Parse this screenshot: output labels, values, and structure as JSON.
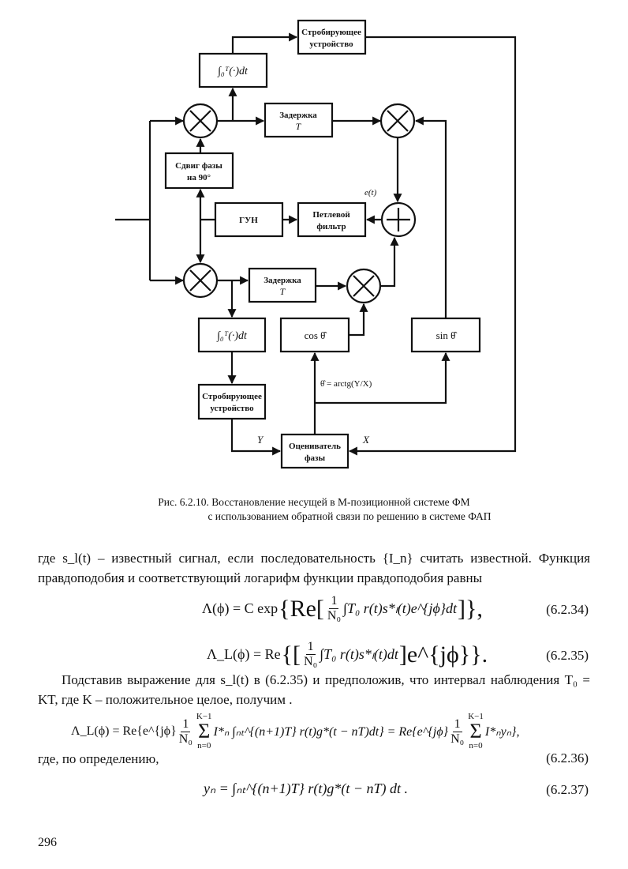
{
  "diagram": {
    "strobe_top": [
      "Стробирующее",
      "устройство"
    ],
    "integrator_top": "∫₀ᵀ(·)dt",
    "delay_top": [
      "Задержка",
      "T"
    ],
    "phase_shift": [
      "Сдвиг фазы",
      "на 90°"
    ],
    "vco": "ГУН",
    "loop_filter": [
      "Петлевой",
      "фильтр"
    ],
    "error_label": "e(t)",
    "delay_bottom": [
      "Задержка",
      "T"
    ],
    "integrator_bottom": "∫₀ᵀ(·)dt",
    "cos_box": "cos θ̂",
    "sin_box": "sin θ̂",
    "strobe_bottom": [
      "Стробирующее",
      "устройство"
    ],
    "estimator": [
      "Оцениватель",
      "фазы"
    ],
    "theta_label": "θ̂  = arctg(Y/X)",
    "y_label": "Y",
    "x_label": "X"
  },
  "caption": {
    "line1": "Рис. 6.2.10. Восстановление несущей в M-позиционной системе ФМ",
    "line2": "с использованием обратной связи по решению в системе ФАП"
  },
  "text": {
    "p1": "где s_l(t) – известный сигнал, если последовательность {I_n} считать известной. Функция правдоподобия и соответствующий логарифм функции правдоподобия равны",
    "p2": "Подставив выражение для s_l(t) в (6.2.35) и предположив, что интервал наблюдения T₀ = KT, где K – положительное целое, получим  .",
    "p3": "где, по определению,"
  },
  "equations": {
    "eq34": {
      "lhs": "Λ(ϕ) = C exp",
      "open": "{Re[",
      "num": "1",
      "den": "N₀",
      "body": "∫T₀ r(t)s*ₗ(t)e^{jϕ}dt",
      "close": "]},",
      "number": "(6.2.34)"
    },
    "eq35": {
      "lhs": "Λ_L(ϕ) = Re",
      "open": "{[",
      "num": "1",
      "den": "N₀",
      "body": "∫T₀ r(t)s*ₗ(t)dt",
      "close": "]e^{jϕ}}.",
      "number": "(6.2.35)"
    },
    "eq36": {
      "lhs": "Λ_L(ϕ) = Re",
      "part1": "{e^{jϕ}",
      "num": "1",
      "den": "N₀",
      "sum_top": "K−1",
      "sum_bot": "n=0",
      "body1": "I*ₙ ∫ₙₜ^{(n+1)T} r(t)g*(t − nT)dt} = Re{e^{jϕ}",
      "body2": "I*ₙyₙ},",
      "number": "(6.2.36)"
    },
    "eq37": {
      "text": "yₙ = ∫ₙₜ^{(n+1)T} r(t)g*(t − nT) dt .",
      "number": "(6.2.37)"
    }
  },
  "page_number": "296"
}
